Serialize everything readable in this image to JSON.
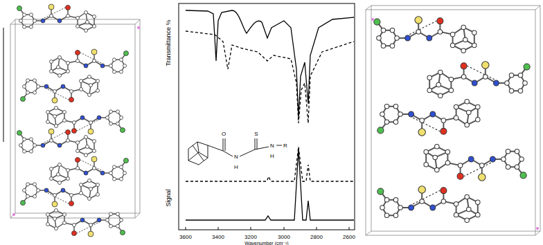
{
  "diagram": {
    "labels": [
      "Transmittance %",
      "Signal",
      "3600",
      "3400",
      "3200",
      "3000",
      "2800",
      "2600",
      "Wavenumber (cm⁻¹)",
      "O",
      "S",
      "N",
      "H",
      "N",
      "H",
      "R"
    ]
  }
}
